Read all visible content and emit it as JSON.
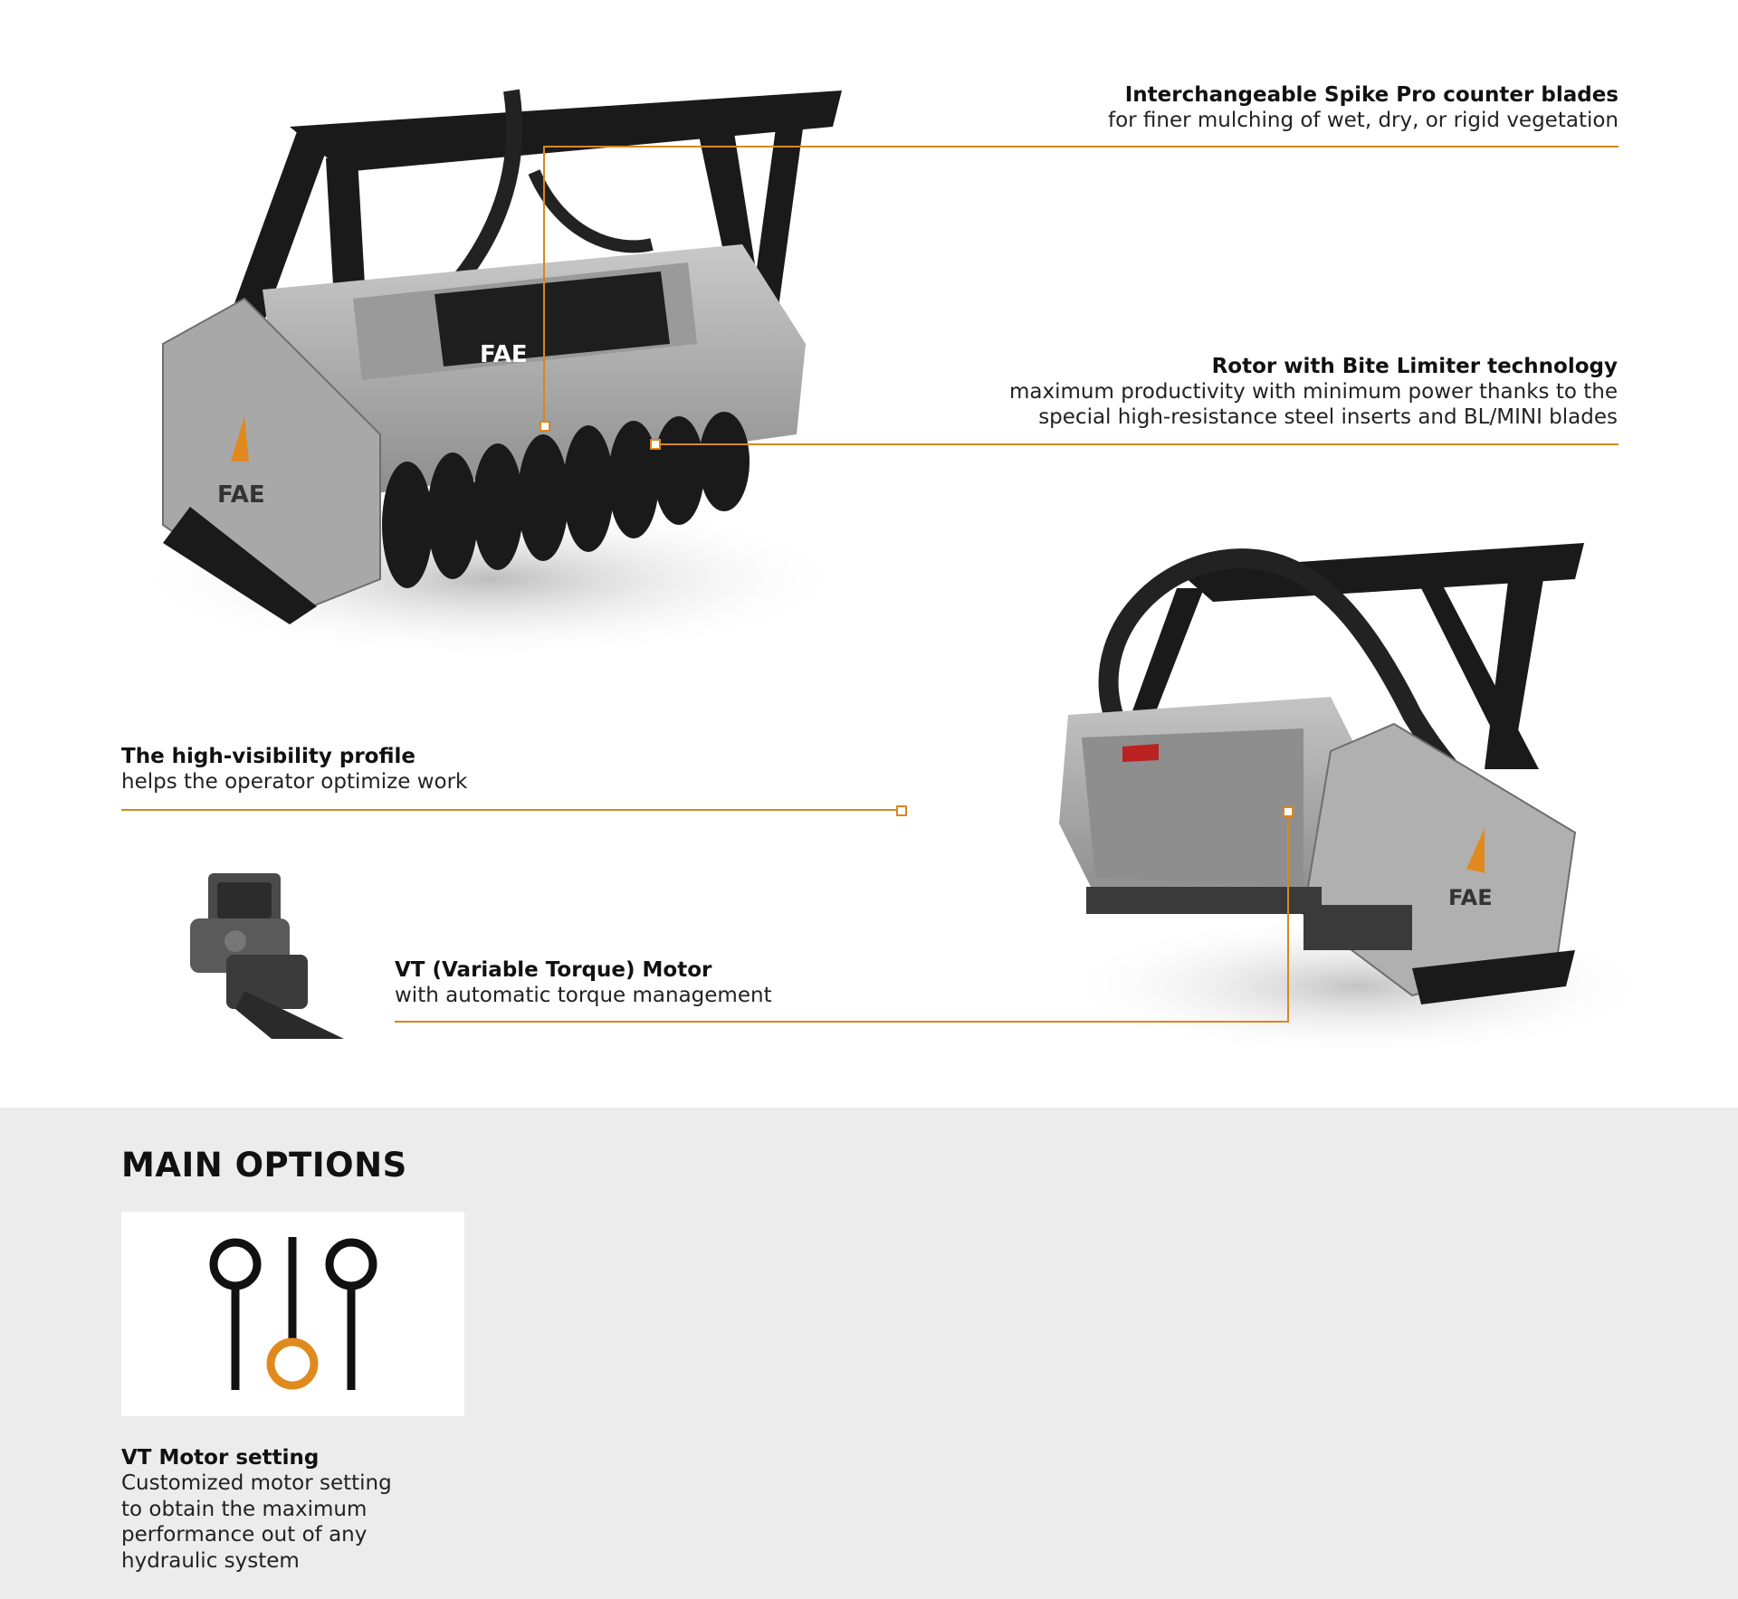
{
  "features": [
    {
      "title": "Interchangeable Spike Pro counter blades",
      "description": "for finer mulching of wet, dry, or rigid vegetation"
    },
    {
      "title": "Rotor with Bite Limiter technology",
      "description_lines": [
        "maximum productivity with minimum power thanks to the",
        "special high-resistance steel inserts and BL/MINI blades"
      ]
    },
    {
      "title": "The high-visibility profile",
      "description": "helps the operator optimize work"
    },
    {
      "title": "VT (Variable Torque) Motor",
      "description": "with automatic torque management"
    }
  ],
  "options": {
    "heading": "MAIN OPTIONS",
    "items": [
      {
        "title": "VT Motor setting",
        "description_lines": [
          "Customized motor setting",
          "to obtain the maximum",
          "performance out of any",
          "hydraulic system"
        ],
        "icon": "sliders-icon"
      }
    ]
  },
  "images": {
    "brand_mark": "FAE"
  },
  "colors": {
    "accent": "#d9861f",
    "options_background": "#ececec",
    "text": "#111111"
  }
}
